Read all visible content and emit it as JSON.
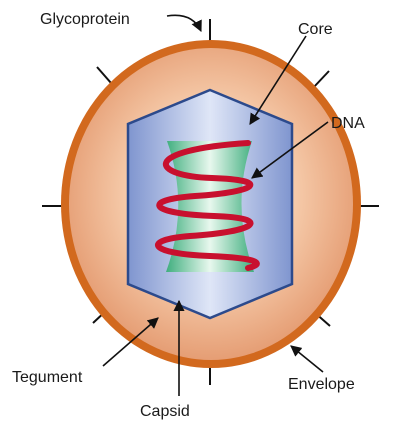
{
  "labels": {
    "glycoprotein": "Glycoprotein",
    "core": "Core",
    "dna": "DNA",
    "tegument": "Tegument",
    "envelope": "Envelope",
    "capsid": "Capsid"
  },
  "colors": {
    "envelope_ring": "#d2691e",
    "tegument_light": "#fbe6d4",
    "tegument_dark": "#e8a27c",
    "capsid_fill": "#8fa3d6",
    "capsid_stroke": "#2c4a8c",
    "core_light": "#e3f5ea",
    "core_dark": "#4cb386",
    "dna_strand": "#c8102e",
    "pointer": "#111111"
  }
}
